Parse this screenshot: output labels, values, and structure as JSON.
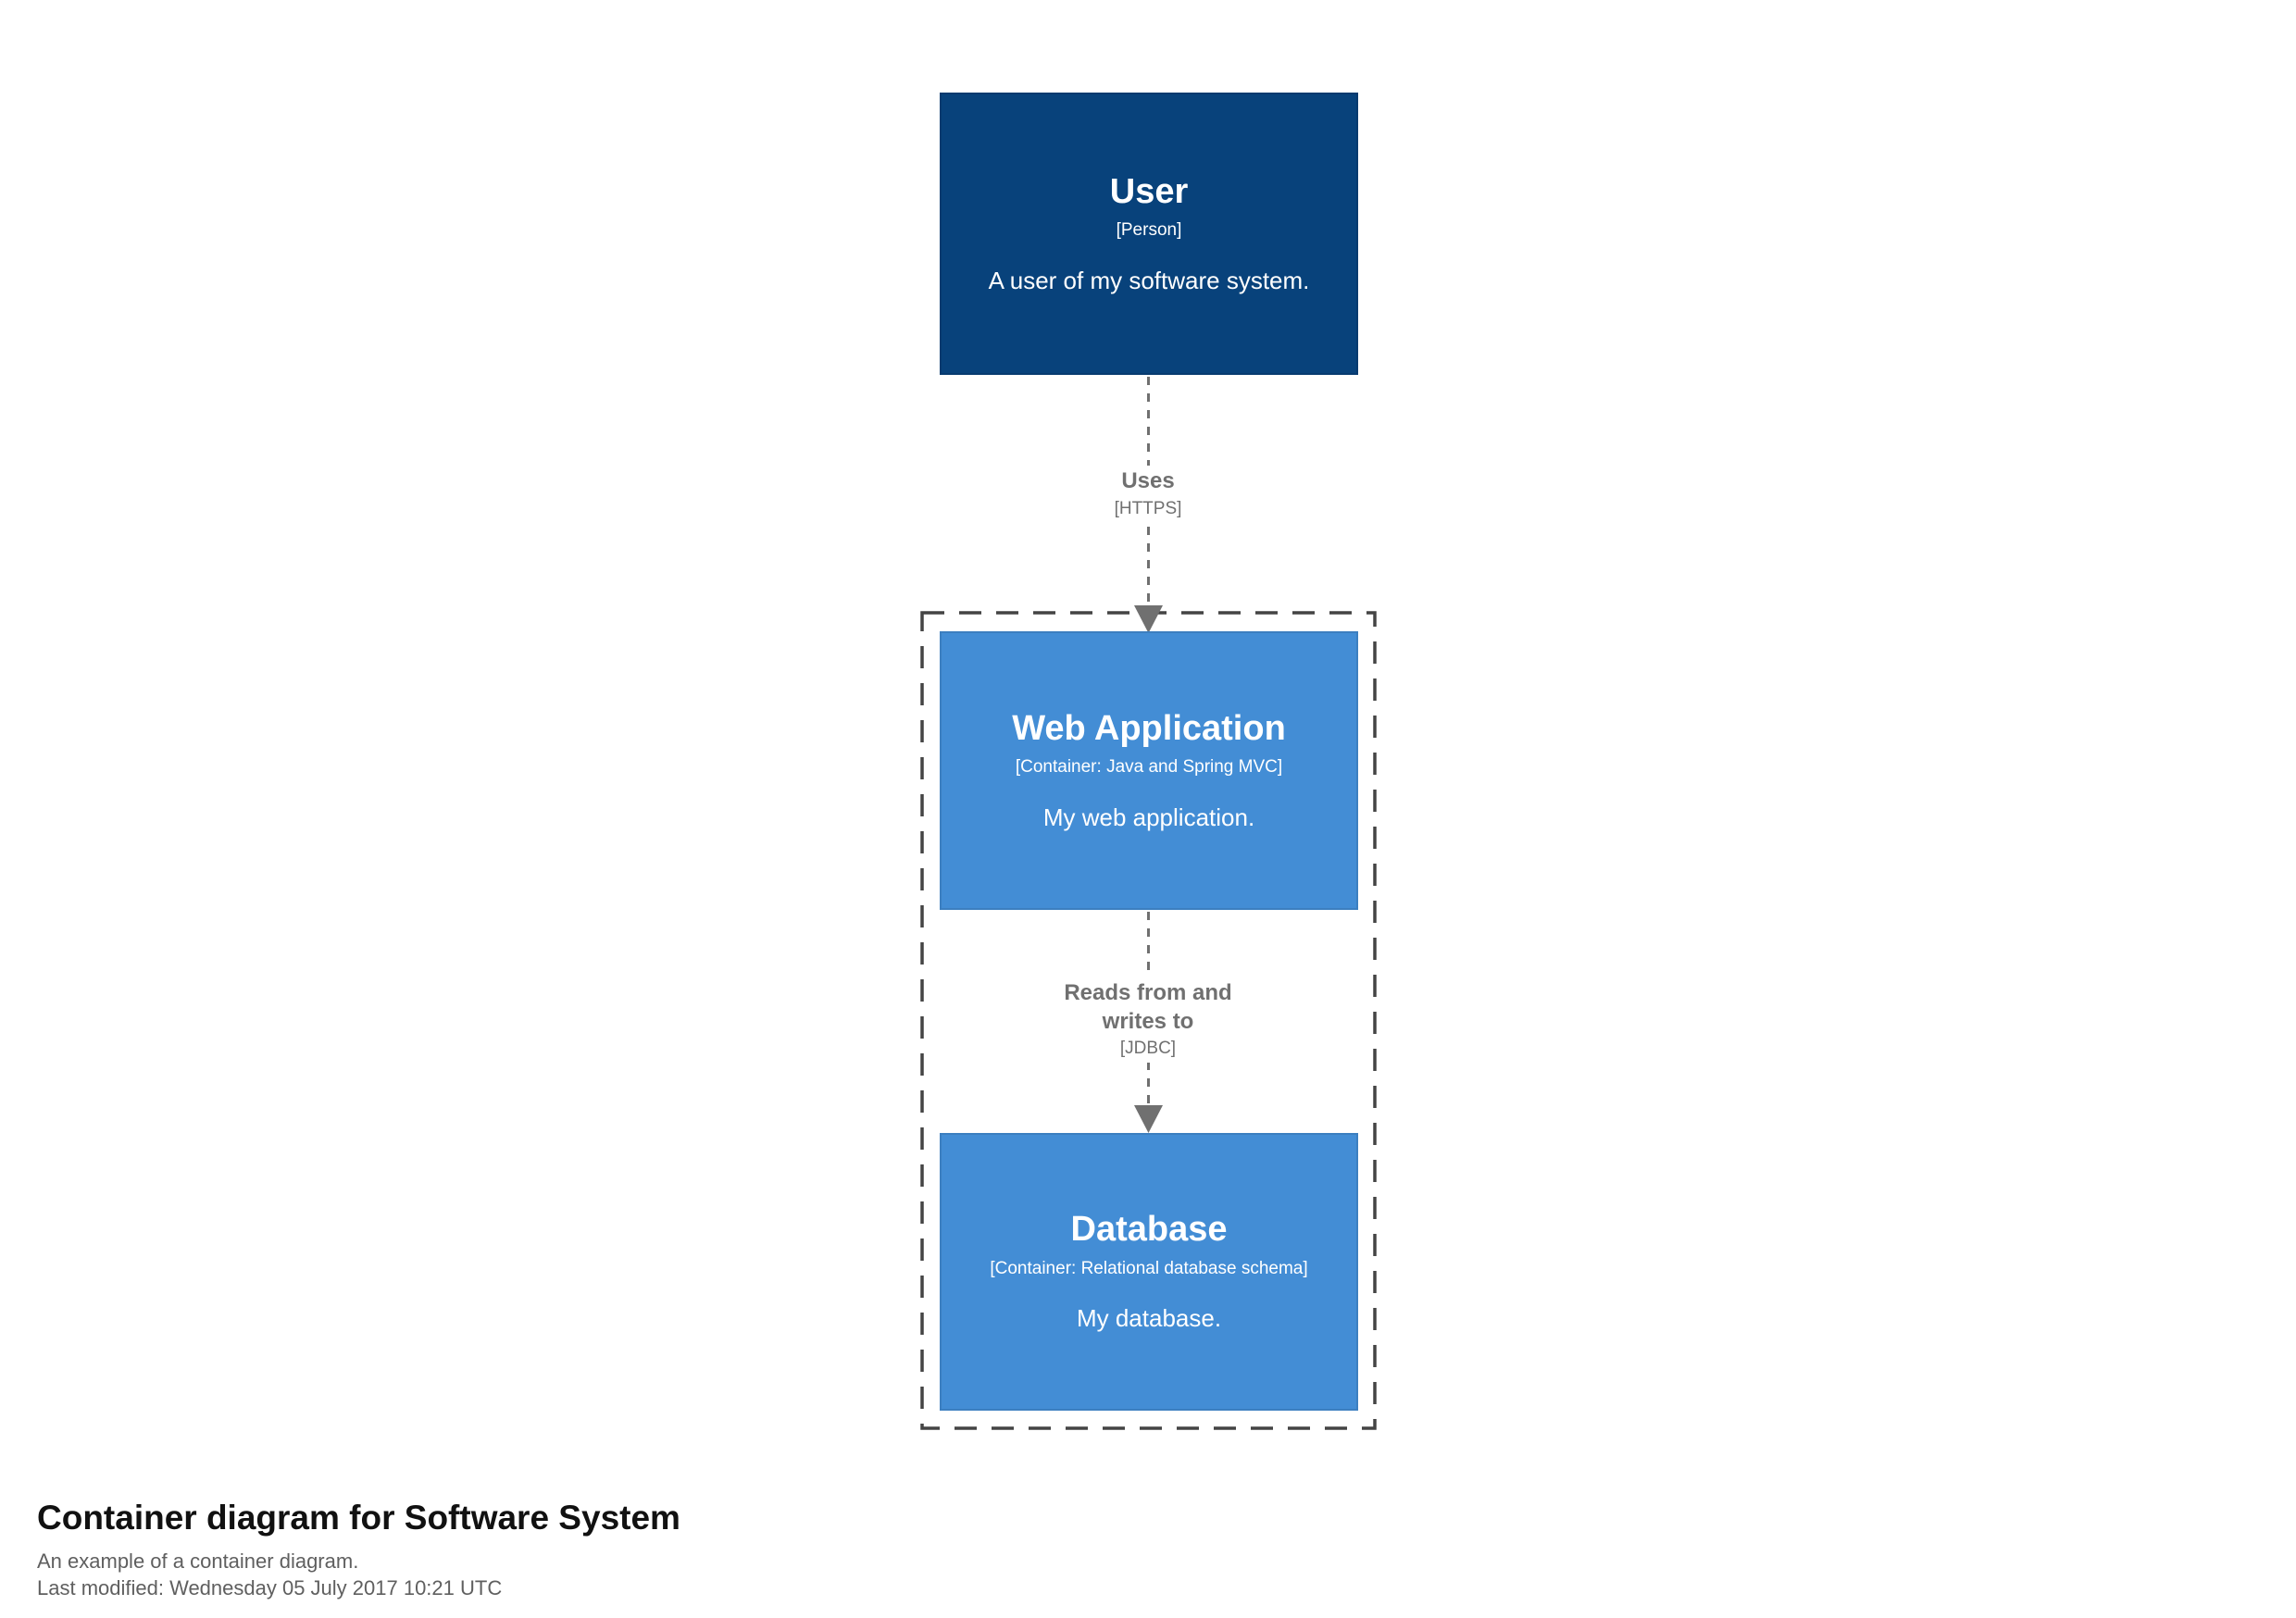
{
  "diagram": {
    "person": {
      "name": "User",
      "meta": "[Person]",
      "desc": "A user of my software system."
    },
    "relationship_1": {
      "label": "Uses",
      "tech": "[HTTPS]"
    },
    "web_application": {
      "name": "Web Application",
      "meta": "[Container: Java and Spring MVC]",
      "desc": "My web application."
    },
    "relationship_2": {
      "label": "Reads from and writes to",
      "tech": "[JDBC]"
    },
    "database": {
      "name": "Database",
      "meta": "[Container: Relational database schema]",
      "desc": "My database."
    }
  },
  "footer": {
    "title": "Container diagram for Software System",
    "subtitle": "An example of a container diagram.",
    "last_modified": "Last modified: Wednesday 05 July 2017 10:21 UTC"
  },
  "colors": {
    "person_fill": "#08427b",
    "person_border": "#073b6f",
    "container_fill": "#438dd5",
    "container_border": "#3c7fc0",
    "relationship_gray": "#707070",
    "boundary_stroke": "#444444",
    "footer_title": "#111111",
    "footer_text": "#5f5f5f",
    "background": "#ffffff"
  }
}
